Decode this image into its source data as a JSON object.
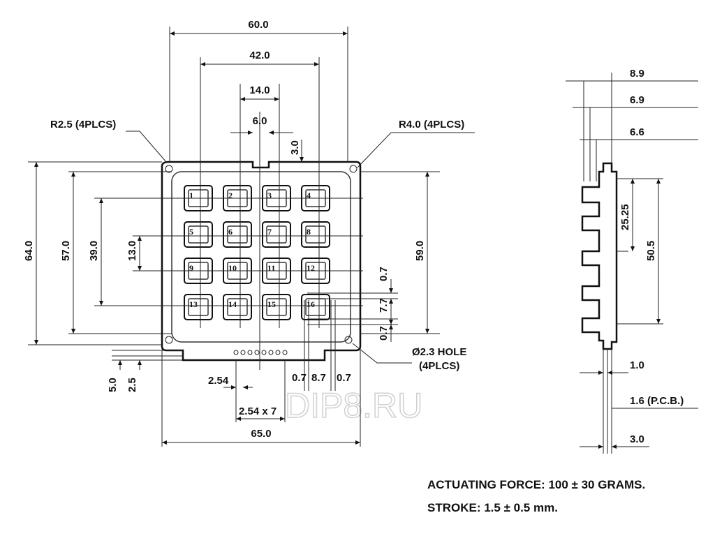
{
  "dimensions": {
    "top_width": "60.0",
    "inner_width": "42.0",
    "key_pitch": "14.0",
    "key_size": "6.0",
    "notch_depth": "3.0",
    "corner_radius_left": "R2.5 (4PLCS)",
    "corner_radius_right": "R4.0 (4PLCS)",
    "overall_height": "64.0",
    "height_57": "57.0",
    "height_39": "39.0",
    "height_13": "13.0",
    "height_59": "59.0",
    "gap_top": "0.7",
    "key_height": "7.7",
    "gap_bottom": "0.7",
    "hole": "Ø2.3 HOLE",
    "hole_count": "(4PLCS)",
    "bottom_5": "5.0",
    "bottom_2_5": "2.5",
    "pin_pitch": "2.54",
    "pin_span": "2.54 x 7",
    "pad_07a": "0.7",
    "pad_87": "8.7",
    "pad_07b": "0.7",
    "overall_width": "65.0"
  },
  "side_view": {
    "d89": "8.9",
    "d69": "6.9",
    "d66": "6.6",
    "d2525": "25.25",
    "d505": "50.5",
    "d10": "1.0",
    "pcb": "1.6 (P.C.B.)",
    "d30": "3.0"
  },
  "keys": [
    "1",
    "2",
    "3",
    "4",
    "5",
    "6",
    "7",
    "8",
    "9",
    "10",
    "11",
    "12",
    "13",
    "14",
    "15",
    "16"
  ],
  "notes": {
    "force": "ACTUATING FORCE: 100 ± 30 GRAMS.",
    "stroke": "STROKE: 1.5 ± 0.5 mm."
  },
  "watermark": "DIP8.RU"
}
